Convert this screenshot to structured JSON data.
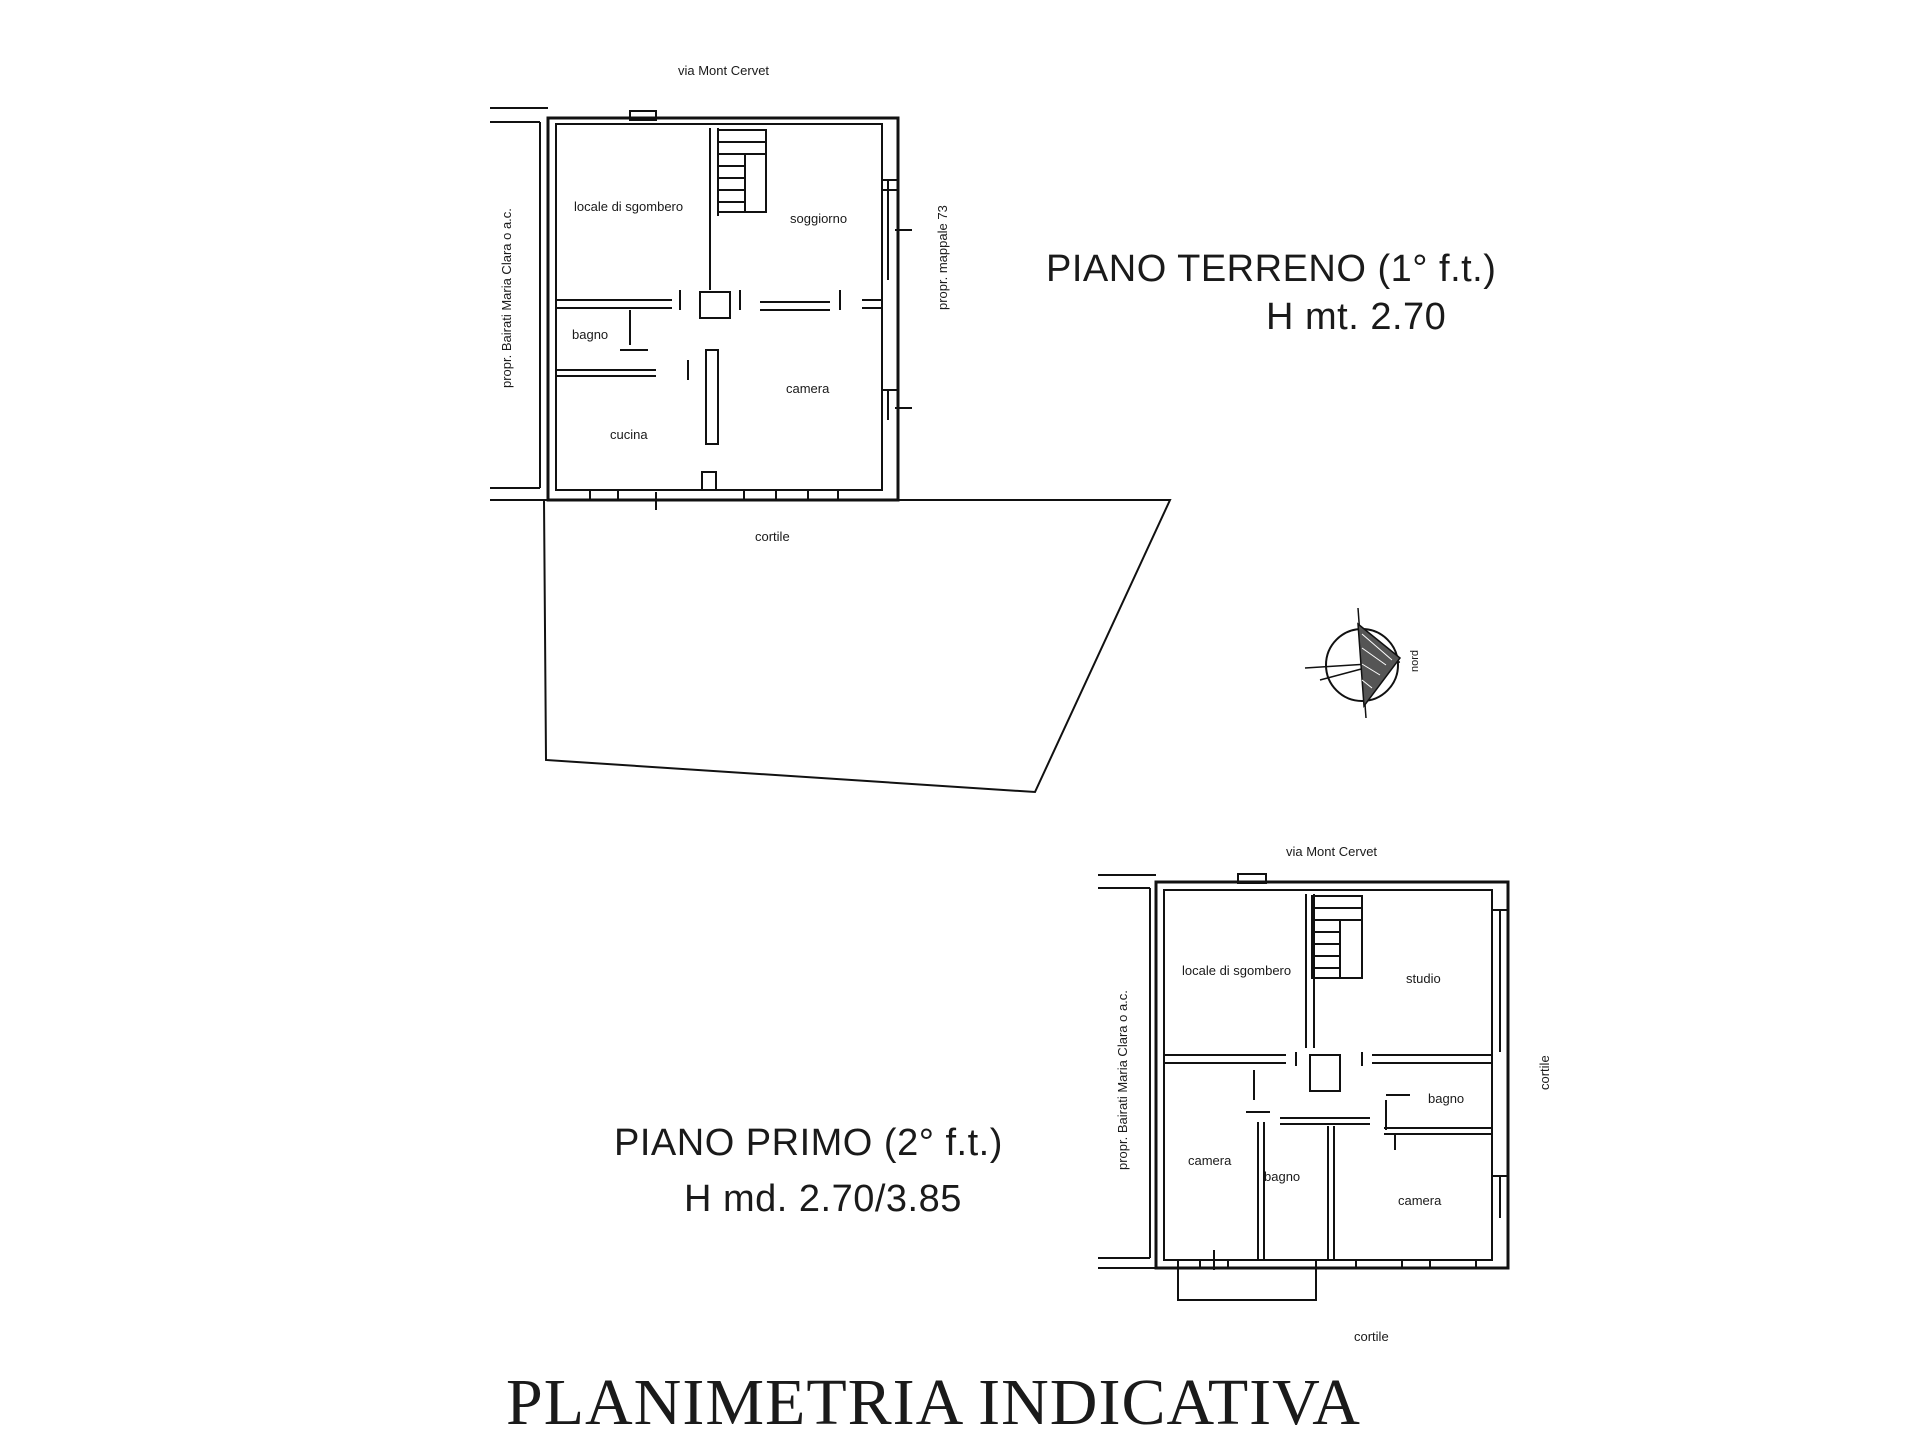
{
  "ground_floor": {
    "title": "PIANO TERRENO (1° f.t.)",
    "height": "H mt. 2.70",
    "street": "via Mont Cervet",
    "courtyard": "cortile",
    "neighbor_left": "propr. Bairati Maria Clara o a.c.",
    "neighbor_right": "propr. mappale 73",
    "rooms": {
      "storage": "locale di sgombero",
      "living": "soggiorno",
      "bath": "bagno",
      "bedroom": "camera",
      "kitchen": "cucina"
    }
  },
  "first_floor": {
    "title": "PIANO PRIMO (2° f.t.)",
    "height": "H md. 2.70/3.85",
    "street": "via Mont Cervet",
    "courtyard_right": "cortile",
    "courtyard_bottom": "cortile",
    "neighbor_left": "propr. Bairati Maria Clara o a.c.",
    "rooms": {
      "storage": "locale di sgombero",
      "study": "studio",
      "bath_right": "bagno",
      "bedroom_left": "camera",
      "bath_middle": "bagno",
      "bedroom_right": "camera"
    }
  },
  "compass": {
    "label": "nord"
  },
  "main_title": "PLANIMETRIA INDICATIVA"
}
